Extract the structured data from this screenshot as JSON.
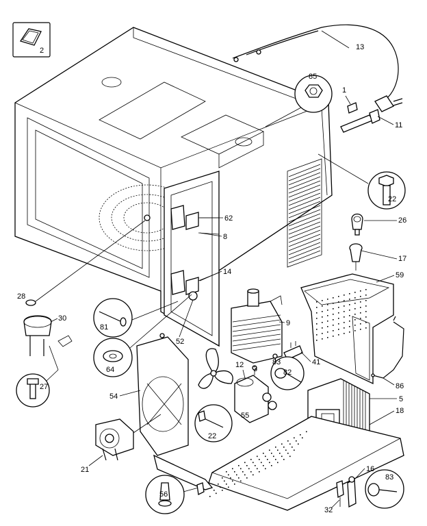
{
  "inset": {
    "label": "2"
  },
  "parts": [
    {
      "id": "p13",
      "label": "13"
    },
    {
      "id": "p1",
      "label": "1"
    },
    {
      "id": "p11",
      "label": "11"
    },
    {
      "id": "p85",
      "label": "85"
    },
    {
      "id": "p22a",
      "label": "22"
    },
    {
      "id": "p26",
      "label": "26"
    },
    {
      "id": "p17",
      "label": "17"
    },
    {
      "id": "p59",
      "label": "59"
    },
    {
      "id": "p62",
      "label": "62"
    },
    {
      "id": "p8",
      "label": "8"
    },
    {
      "id": "p14",
      "label": "14"
    },
    {
      "id": "p9",
      "label": "9"
    },
    {
      "id": "p28",
      "label": "28"
    },
    {
      "id": "p30",
      "label": "30"
    },
    {
      "id": "p81",
      "label": "81"
    },
    {
      "id": "p52",
      "label": "52"
    },
    {
      "id": "p64",
      "label": "64"
    },
    {
      "id": "p27",
      "label": "27"
    },
    {
      "id": "p54",
      "label": "54"
    },
    {
      "id": "p12",
      "label": "12"
    },
    {
      "id": "p3",
      "label": "3"
    },
    {
      "id": "p83a",
      "label": "83"
    },
    {
      "id": "p41",
      "label": "41"
    },
    {
      "id": "p82",
      "label": "82"
    },
    {
      "id": "p86",
      "label": "86"
    },
    {
      "id": "p5",
      "label": "5"
    },
    {
      "id": "p18",
      "label": "18"
    },
    {
      "id": "p55",
      "label": "55"
    },
    {
      "id": "p22b",
      "label": "22"
    },
    {
      "id": "p21",
      "label": "21"
    },
    {
      "id": "p16",
      "label": "16"
    },
    {
      "id": "p83b",
      "label": "83"
    },
    {
      "id": "p56",
      "label": "56"
    },
    {
      "id": "p32",
      "label": "32"
    }
  ]
}
